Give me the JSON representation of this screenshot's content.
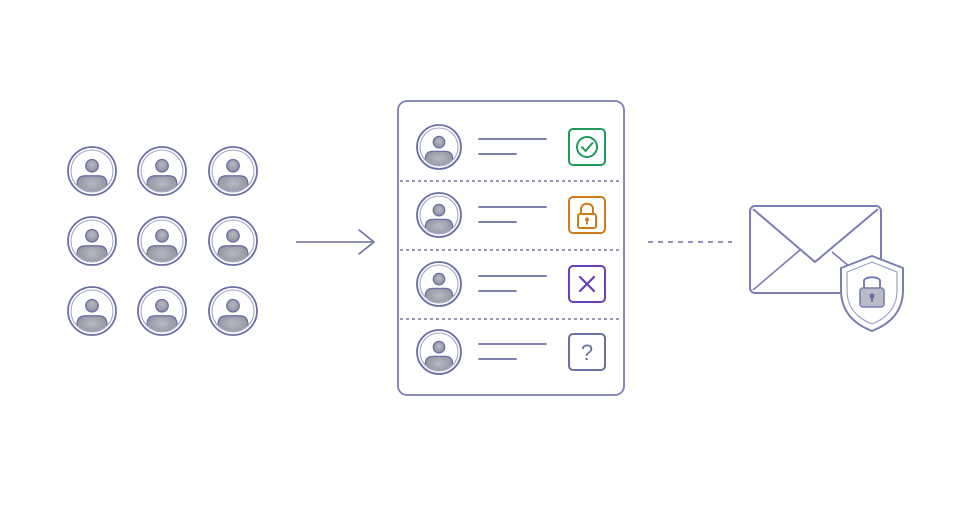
{
  "colors": {
    "outline": "#6b6fa6",
    "avatar_fill": "#8c8f9e",
    "status_approved": "#1f9a5a",
    "status_locked": "#cf7a1c",
    "status_rejected": "#6b3fb8",
    "status_unknown": "#6b6fa6",
    "divider": "#5a5d7a"
  },
  "users_grid": {
    "rows": 3,
    "cols": 3,
    "icon": "user-avatar-icon"
  },
  "flow_arrow": {
    "icon": "arrow-right-icon"
  },
  "review_list": {
    "rows": [
      {
        "icon": "user-avatar-icon",
        "status": "approved",
        "status_icon": "check-circle-icon"
      },
      {
        "icon": "user-avatar-icon",
        "status": "locked",
        "status_icon": "padlock-icon"
      },
      {
        "icon": "user-avatar-icon",
        "status": "rejected",
        "status_icon": "x-mark-icon"
      },
      {
        "icon": "user-avatar-icon",
        "status": "unknown",
        "status_icon": "question-mark-icon",
        "status_glyph": "?"
      }
    ]
  },
  "connector": {
    "style": "dotted"
  },
  "secure_mail": {
    "envelope_icon": "envelope-icon",
    "shield_icon": "shield-lock-icon"
  }
}
